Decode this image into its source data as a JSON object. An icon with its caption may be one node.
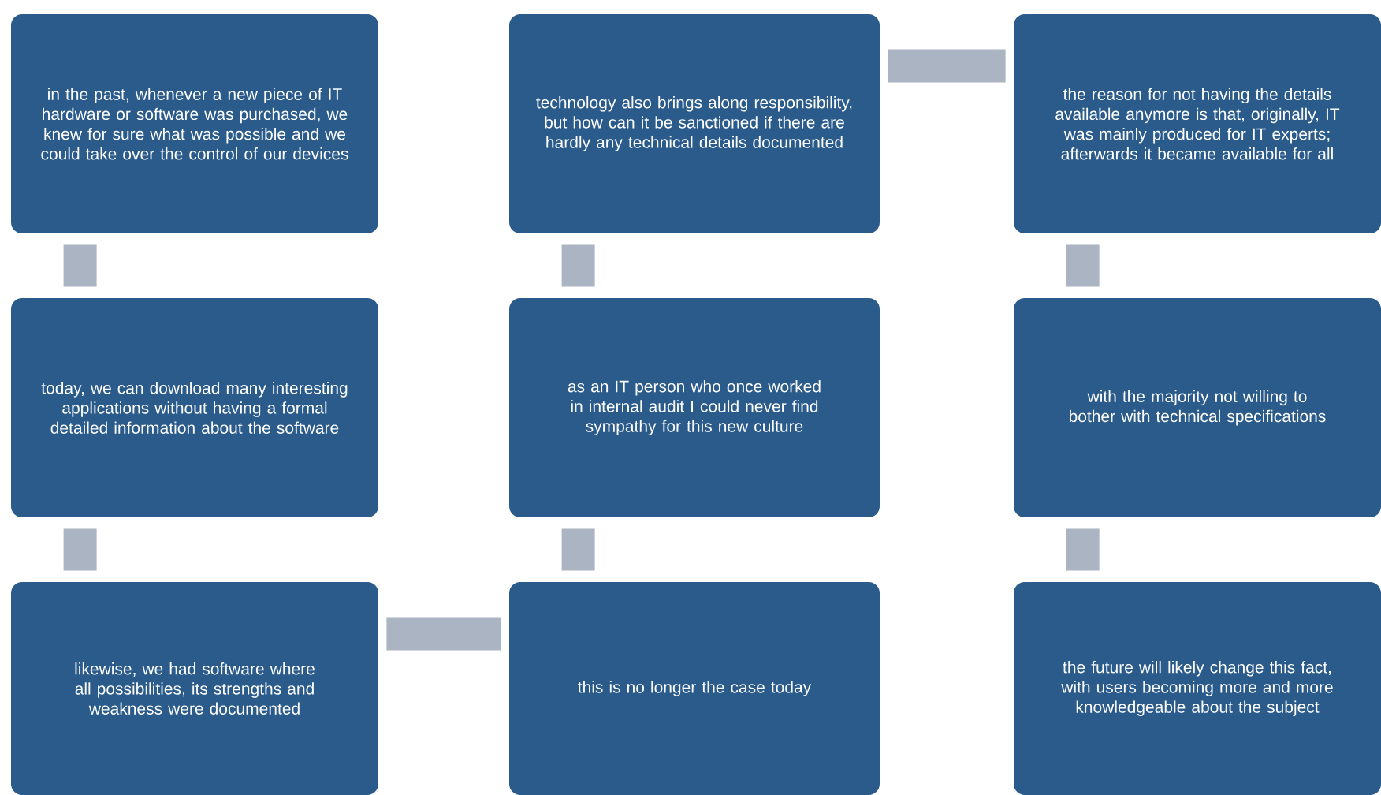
{
  "diagram": {
    "nodes": [
      {
        "text": [
          "in the past, whenever a new piece of IT hardware or software was purchased, we knew for sure what was possible and we could take over the control of our devices"
        ]
      },
      {
        "text": [
          "today, we can download many interesting applications without having a formal detailed information about the software"
        ]
      },
      {
        "text": [
          "likewise, we had software where all possibilities, its strengths and weakness were documented"
        ]
      },
      {
        "text": [
          "this is no longer the case today"
        ]
      },
      {
        "text": [
          "as an IT person who once worked in internal audit I could never find sympathy for this new culture"
        ]
      },
      {
        "text": [
          "technology also brings along responsibility, but how can it be sanctioned if there are hardly any technical details documented"
        ]
      },
      {
        "text": [
          "the reason for not having the details available anymore is that, originally, IT was mainly produced for IT experts; afterwards it became available for all"
        ]
      },
      {
        "text": [
          "with the majority not willing to bother with technical specifications"
        ]
      },
      {
        "text": [
          "the future will likely change this fact, with users becoming more and more knowledgeable about the subject"
        ]
      }
    ],
    "edges": [
      {
        "from": 0,
        "to": 1,
        "arrow": "none"
      },
      {
        "from": 1,
        "to": 2,
        "arrow": "none"
      },
      {
        "from": 2,
        "to": 3,
        "arrow": "none"
      },
      {
        "from": 3,
        "to": 4,
        "arrow": "none"
      },
      {
        "from": 4,
        "to": 5,
        "arrow": "none"
      },
      {
        "from": 5,
        "to": 6,
        "arrow": "none"
      },
      {
        "from": 6,
        "to": 7,
        "arrow": "none"
      },
      {
        "from": 7,
        "to": 8,
        "arrow": "none"
      }
    ]
  }
}
